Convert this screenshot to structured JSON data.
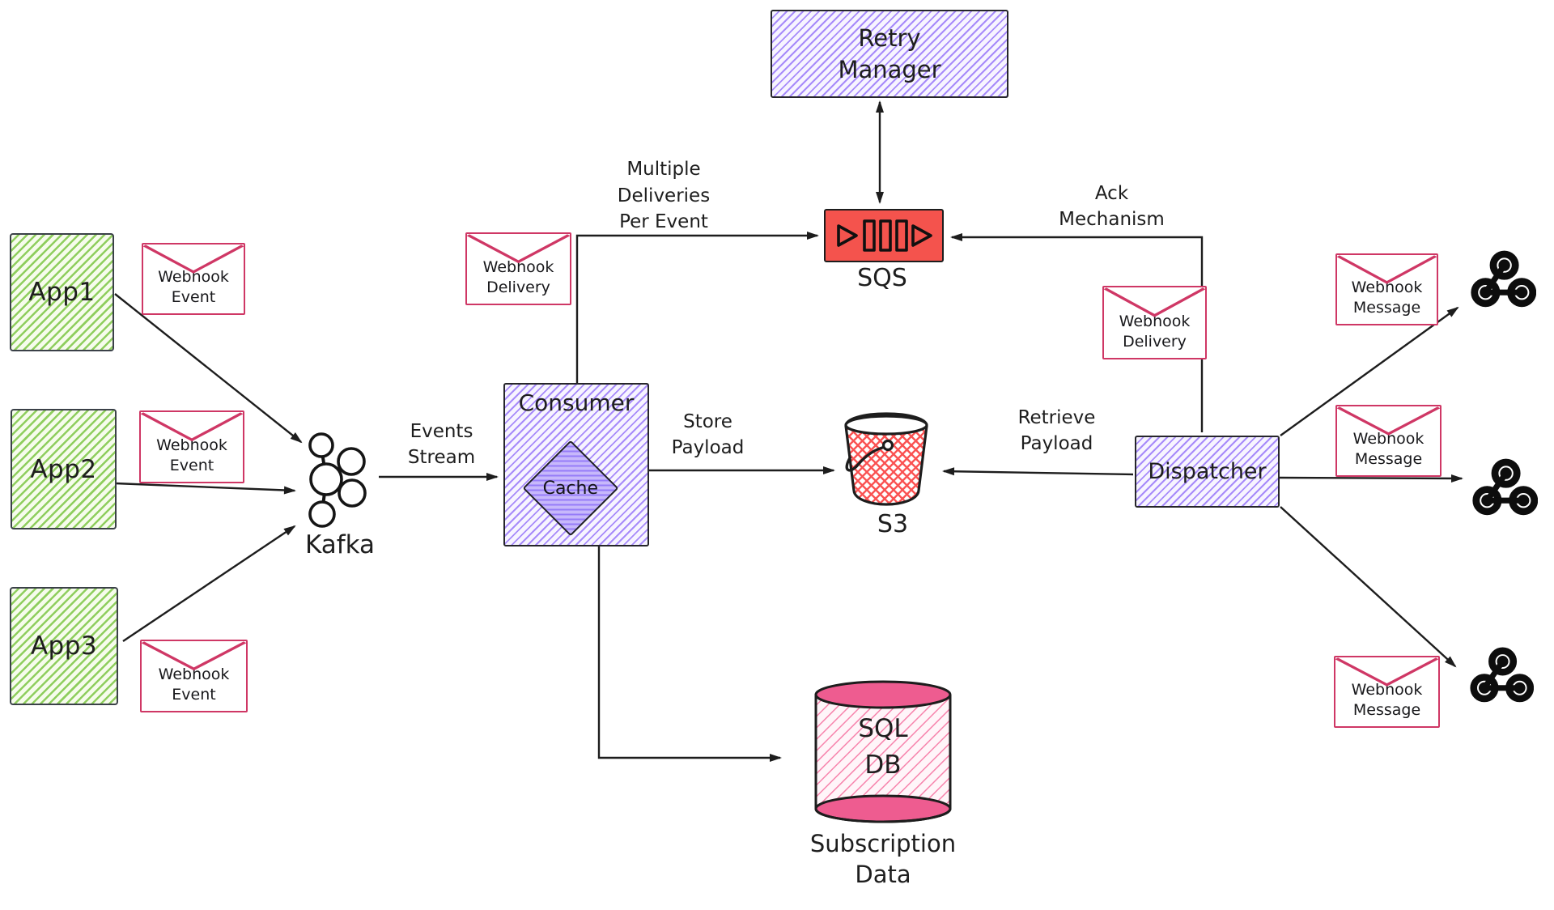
{
  "diagram_title": "Webhook delivery architecture (hand-drawn diagram)",
  "colors": {
    "ink": "#1e1e1e",
    "app_hatch": "#8fce5e",
    "purple_hatch": "#a78bfa",
    "envelope_stroke": "#cf3765",
    "sqs_fill": "#f4534d",
    "s3_hatch": "#fa5252",
    "db_hatch": "#f783ac",
    "db_cap_fill": "#ee5c90"
  },
  "nodes": {
    "app1": {
      "label": "App1"
    },
    "app2": {
      "label": "App2"
    },
    "app3": {
      "label": "App3"
    },
    "kafka": {
      "label": "Kafka"
    },
    "consumer": {
      "label": "Consumer"
    },
    "cache": {
      "label": "Cache"
    },
    "retry_manager": {
      "label": [
        "Retry",
        "Manager"
      ]
    },
    "sqs": {
      "label": "SQS"
    },
    "s3": {
      "label": "S3"
    },
    "dispatcher": {
      "label": "Dispatcher"
    },
    "sql_db": {
      "label": [
        "SQL",
        "DB"
      ],
      "caption": [
        "Subscription",
        "Data"
      ]
    }
  },
  "envelopes": [
    {
      "id": "webhook-event-1",
      "label": [
        "Webhook",
        "Event"
      ]
    },
    {
      "id": "webhook-event-2",
      "label": [
        "Webhook",
        "Event"
      ]
    },
    {
      "id": "webhook-event-3",
      "label": [
        "Webhook",
        "Event"
      ]
    },
    {
      "id": "webhook-delivery-1",
      "label": [
        "Webhook",
        "Delivery"
      ]
    },
    {
      "id": "webhook-delivery-2",
      "label": [
        "Webhook",
        "Delivery"
      ]
    },
    {
      "id": "webhook-message-1",
      "label": [
        "Webhook",
        "Message"
      ]
    },
    {
      "id": "webhook-message-2",
      "label": [
        "Webhook",
        "Message"
      ]
    },
    {
      "id": "webhook-message-3",
      "label": [
        "Webhook",
        "Message"
      ]
    }
  ],
  "edge_labels": {
    "events_stream": [
      "Events",
      "Stream"
    ],
    "multiple_deliveries": [
      "Multiple",
      "Deliveries",
      "Per Event"
    ],
    "store_payload": [
      "Store",
      "Payload"
    ],
    "retrieve_payload": [
      "Retrieve",
      "Payload"
    ],
    "ack_mechanism": [
      "Ack",
      "Mechanism"
    ]
  }
}
